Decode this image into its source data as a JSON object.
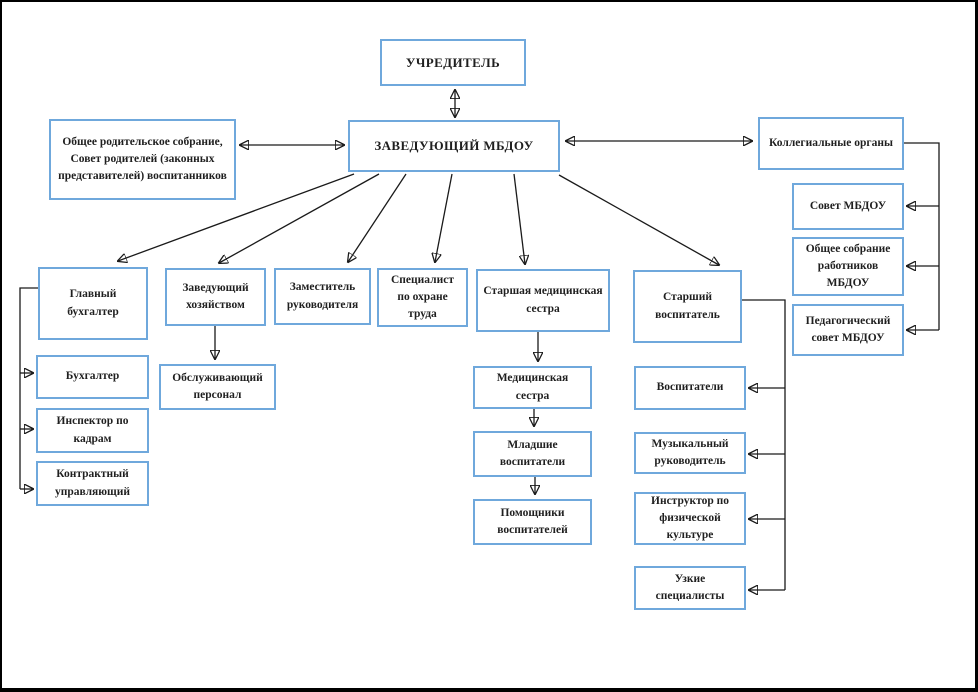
{
  "diagram": {
    "nodes": {
      "founder": "УЧРЕДИТЕЛЬ",
      "head": "ЗАВЕДУЮЩИЙ МБДОУ",
      "parents_assembly": "Общее родительское собрание, Совет родителей (законных представителей) воспитанников",
      "collegial_bodies": "Коллегиальные органы",
      "mbdou_council": "Совет МБДОУ",
      "workers_assembly": "Общее собрание работников МБДОУ",
      "pedagogical_council": "Педагогический совет МБДОУ",
      "chief_accountant": "Главный бухгалтер",
      "facilities_manager": "Заведующий хозяйством",
      "deputy_head": "Заместитель руководителя",
      "safety_specialist": "Специалист по охране труда",
      "senior_nurse": "Старшая медицинская сестра",
      "senior_educator": "Старший воспитатель",
      "accountant": "Бухгалтер",
      "hr_inspector": "Инспектор по кадрам",
      "contract_manager": "Контрактный управляющий",
      "service_staff": "Обслуживающий персонал",
      "nurse": "Медицинская сестра",
      "junior_educators": "Младшие воспитатели",
      "educator_assistants": "Помощники воспитателей",
      "educators": "Воспитатели",
      "music_director": "Музыкальный руководитель",
      "pe_instructor": "Инструктор по физической культуре",
      "narrow_specialists": "Узкие специалисты"
    },
    "colors": {
      "box_border": "#6fa8dc",
      "text": "#1f1f1f",
      "connector": "#1a1a1a",
      "frame": "#000000",
      "background": "#ffffff"
    }
  }
}
